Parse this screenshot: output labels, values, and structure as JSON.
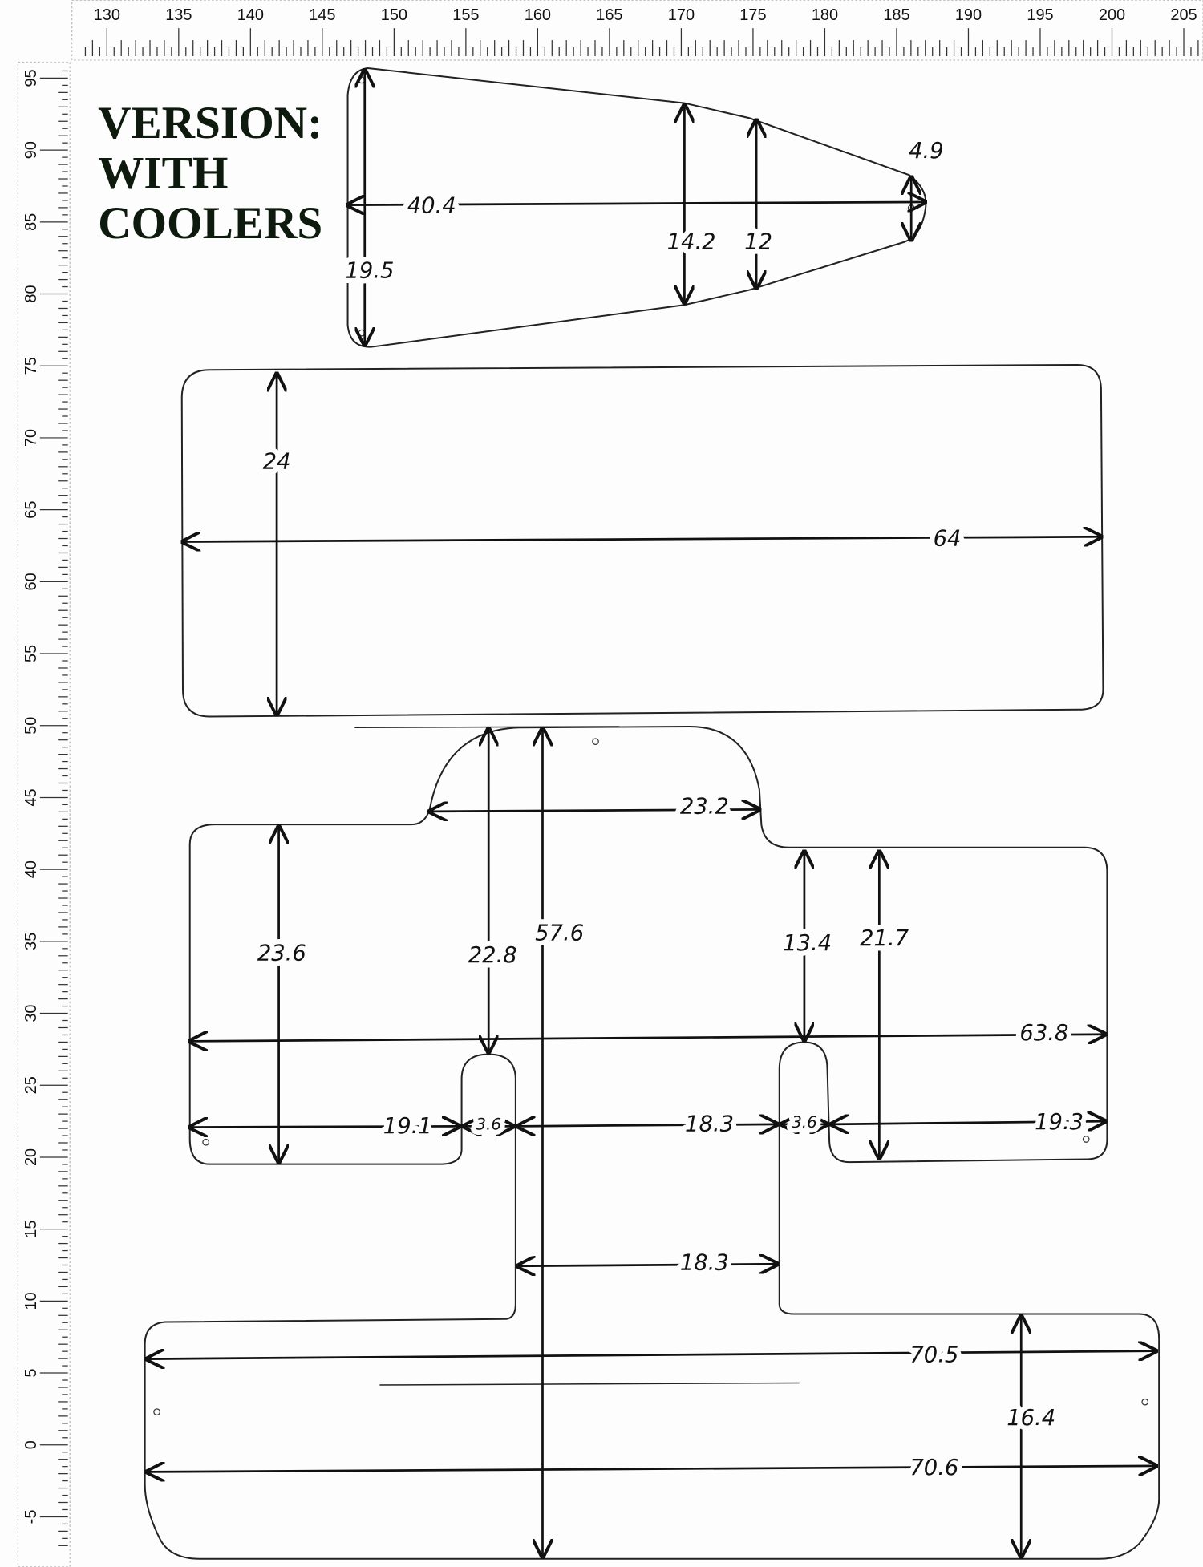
{
  "title": {
    "line1": "VERSION:",
    "line2": "WITH",
    "line3": "COOLERS"
  },
  "ruler": {
    "top_labels": [
      "130",
      "135",
      "140",
      "145",
      "150",
      "155",
      "160",
      "165",
      "170",
      "175",
      "180",
      "185",
      "190",
      "195",
      "200",
      "205"
    ],
    "left_labels": [
      "95",
      "90",
      "85",
      "80",
      "75",
      "70",
      "65",
      "60",
      "55",
      "50",
      "45",
      "40",
      "35",
      "30",
      "25",
      "20",
      "15",
      "10",
      "5",
      "0",
      "-5"
    ]
  },
  "dimensions": {
    "panel1": {
      "length": "40.4",
      "left_height": "19.5",
      "mid_height": "14.2",
      "taper_height": "12",
      "tip_height": "4.9"
    },
    "panel2": {
      "height": "24",
      "length": "64"
    },
    "panel3": {
      "bump_width": "23.2",
      "left_height": "23.6",
      "notch1_depth": "22.8",
      "total_height": "57.6",
      "notch2_depth": "13.4",
      "right_height": "21.7",
      "upper_width": "63.8",
      "seg_left": "19.1",
      "notch1_width": "3.6",
      "seg_mid": "18.3",
      "notch2_width": "3.6",
      "seg_right": "19.3",
      "stem_width": "18.3",
      "lower_width_top": "70.5",
      "lower_height": "16.4",
      "lower_width_bottom": "70.6"
    }
  }
}
